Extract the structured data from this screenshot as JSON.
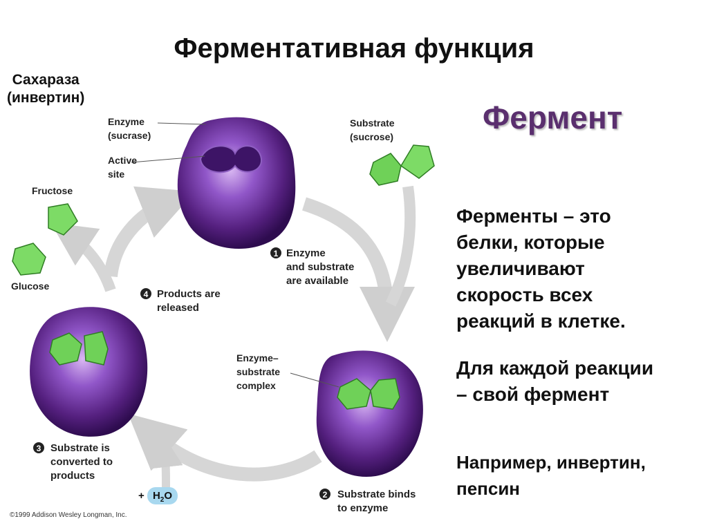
{
  "title": "Ферментативная функция",
  "subtitle": [
    "Сахараза",
    "(инвертин)"
  ],
  "enzyme_word": "Фермент",
  "paragraphs": {
    "p1": [
      "Ферменты – это",
      "белки, которые",
      "увеличивают",
      "скорость всех",
      "реакций в клетке."
    ],
    "p2": [
      "Для каждой реакции",
      "– свой фермент"
    ],
    "p3": [
      "Например, инвертин,",
      "пепсин"
    ]
  },
  "diagram": {
    "enzyme_label": [
      "Enzyme",
      "(sucrase)"
    ],
    "active_site_label": [
      "Active",
      "site"
    ],
    "substrate_label": [
      "Substrate",
      "(sucrose)"
    ],
    "fructose_label": "Fructose",
    "glucose_label": "Glucose",
    "complex_label": [
      "Enzyme–",
      "substrate",
      "complex"
    ],
    "steps": [
      {
        "num": "1",
        "lines": [
          "Enzyme",
          "and substrate",
          "are available"
        ]
      },
      {
        "num": "2",
        "lines": [
          "Substrate binds",
          "to enzyme"
        ]
      },
      {
        "num": "3",
        "lines": [
          "Substrate is",
          "converted to",
          "products"
        ]
      },
      {
        "num": "4",
        "lines": [
          "Products are",
          "released"
        ]
      }
    ],
    "water": {
      "plus": "+",
      "h": "H",
      "sub": "2",
      "o": "O"
    },
    "copyright": "©1999 Addison Wesley Longman, Inc.",
    "colors": {
      "enzyme": "#5b2a86",
      "enzyme_light": "#c9a3e8",
      "substrate": "#5fc24a",
      "arrow": "#d3d3d3"
    }
  }
}
